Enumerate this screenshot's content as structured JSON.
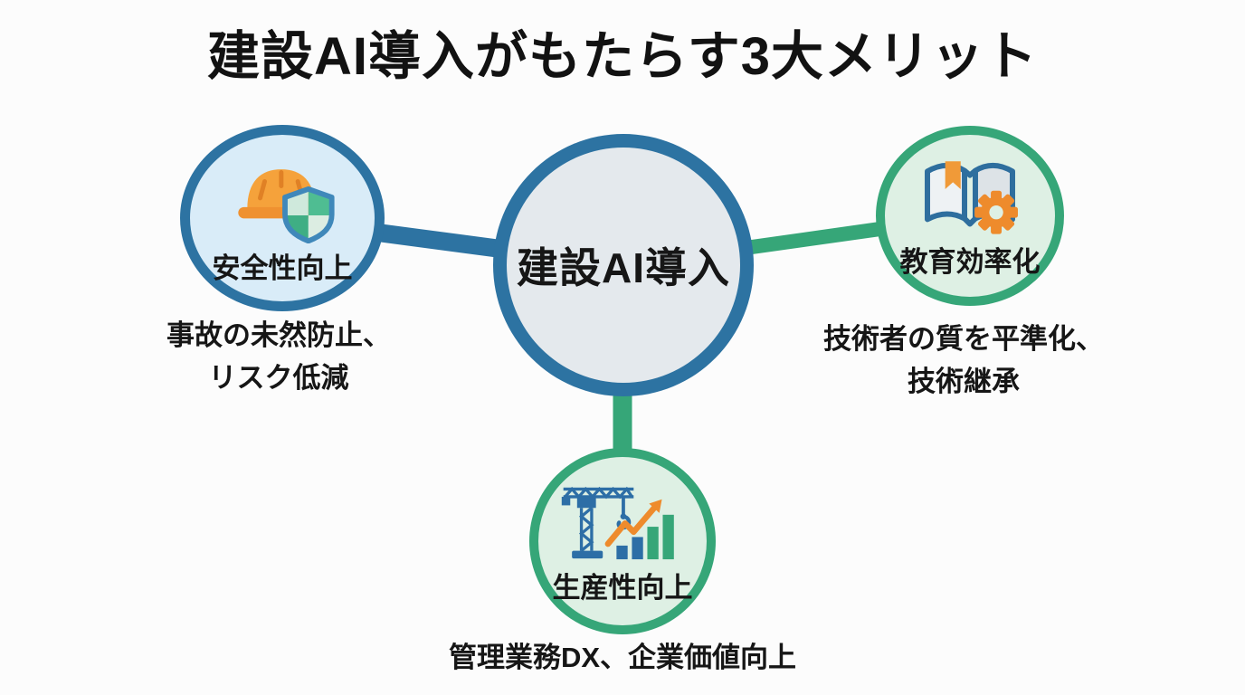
{
  "title": "建設AI導入がもたらす3大メリット",
  "center": {
    "label": "建設AI導入"
  },
  "nodes": [
    {
      "id": "safety",
      "label": "安全性向上",
      "desc_line1": "事故の未然防止、",
      "desc_line2": "リスク低減",
      "icon": "helmet-shield-icon"
    },
    {
      "id": "education",
      "label": "教育効率化",
      "desc_line1": "技術者の質を平準化、",
      "desc_line2": "技術継承",
      "icon": "book-gear-icon"
    },
    {
      "id": "productivity",
      "label": "生産性向上",
      "desc_line1": "管理業務DX、企業価値向上",
      "desc_line2": "",
      "icon": "crane-growth-icon"
    }
  ],
  "colors": {
    "blue_accent": "#2d73a2",
    "green_accent": "#36a678",
    "center_fill": "#e4e9ed",
    "safety_fill": "#d9ecf8",
    "benefit_fill": "#def0e4",
    "orange_accent": "#ee8b2c",
    "text": "#141414",
    "background": "#fcfcfc"
  }
}
